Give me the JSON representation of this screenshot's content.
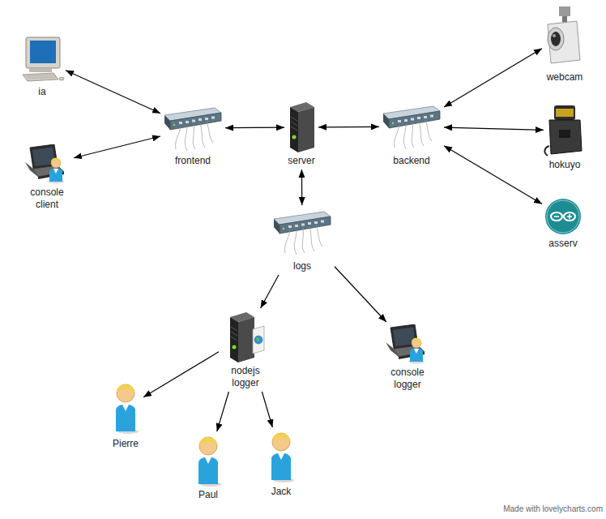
{
  "diagram": {
    "nodes": [
      {
        "text": [
          "ia"
        ]
      },
      {
        "text": [
          "webcam"
        ]
      },
      {
        "text": [
          "frontend"
        ]
      },
      {
        "text": [
          "server"
        ]
      },
      {
        "text": [
          "backend"
        ]
      },
      {
        "text": [
          "hokuyo"
        ]
      },
      {
        "text": [
          "console client"
        ]
      },
      {
        "text": [
          "asserv"
        ]
      },
      {
        "text": [
          "logs"
        ]
      },
      {
        "text": [
          "nodejs logger"
        ]
      },
      {
        "text": [
          "console logger"
        ]
      },
      {
        "text": [
          "Pierre"
        ]
      },
      {
        "text": [
          "Jack"
        ]
      },
      {
        "text": [
          "Paul"
        ]
      }
    ],
    "edges": [
      {
        "from": 0,
        "to": 2,
        "arrow": "both"
      },
      {
        "from": 6,
        "to": 2,
        "arrow": "both"
      },
      {
        "from": 2,
        "to": 3,
        "arrow": "both"
      },
      {
        "from": 3,
        "to": 4,
        "arrow": "both"
      },
      {
        "from": 4,
        "to": 1,
        "arrow": "both"
      },
      {
        "from": 4,
        "to": 5,
        "arrow": "both"
      },
      {
        "from": 4,
        "to": 7,
        "arrow": "both"
      },
      {
        "from": 3,
        "to": 8,
        "arrow": "both"
      },
      {
        "from": 8,
        "to": 9,
        "arrow": "to"
      },
      {
        "from": 8,
        "to": 10,
        "arrow": "to"
      },
      {
        "from": 9,
        "to": 11,
        "arrow": "to"
      },
      {
        "from": 9,
        "to": 13,
        "arrow": "to"
      },
      {
        "from": 9,
        "to": 12,
        "arrow": "to"
      }
    ],
    "labels": [
      "Made with lovelycharts.com"
    ]
  }
}
